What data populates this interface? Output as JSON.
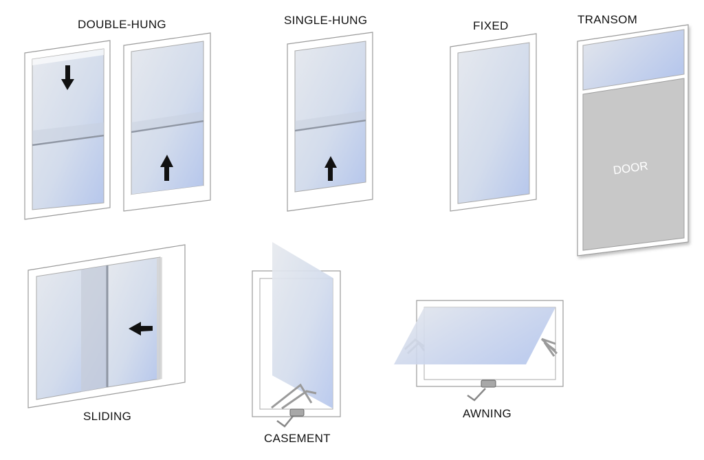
{
  "labels": {
    "double_hung": "DOUBLE-HUNG",
    "single_hung": "SINGLE-HUNG",
    "fixed": "FIXED",
    "transom": "TRANSOM",
    "door": "DOOR",
    "sliding": "SLIDING",
    "casement": "CASEMENT",
    "awning": "AWNING"
  },
  "colors": {
    "frame_fill": "#ffffff",
    "frame_stroke": "#9a9a9a",
    "glass_light": "#e2e6ec",
    "glass_blue": "#b7c8ec",
    "door_fill": "#c8c8c8",
    "arrow": "#111111",
    "hardware": "#a0a0a0"
  }
}
